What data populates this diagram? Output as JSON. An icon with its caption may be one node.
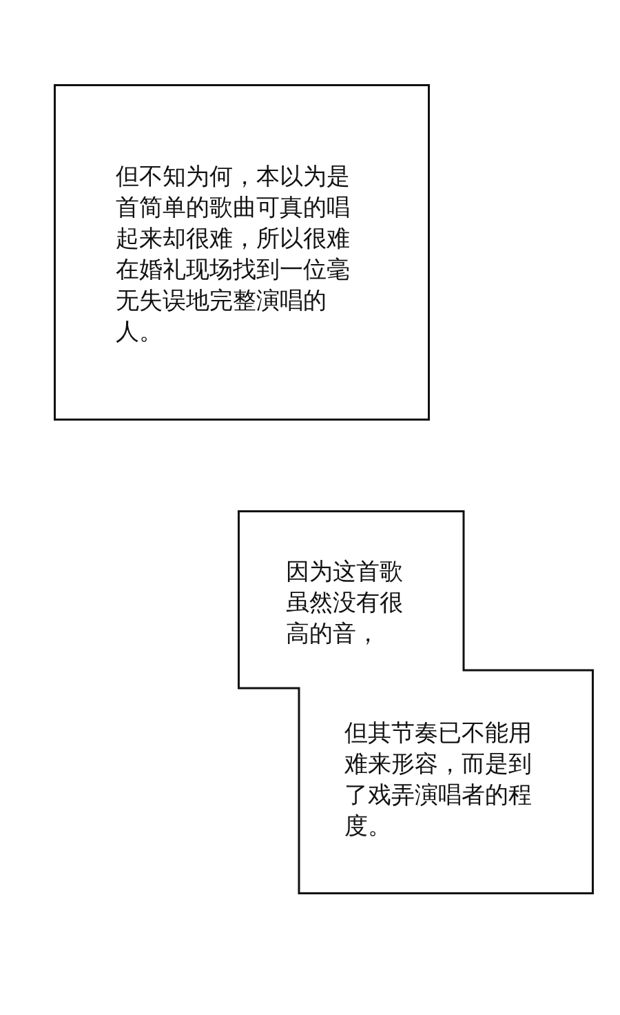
{
  "diagram": {
    "nodes": [
      {
        "text": [
          "但不知为何，本以为是首简单的歌曲可真的唱起来却很难，所以很难在婚礼现场找到一位毫无失误地完整演唱的人。"
        ]
      },
      {
        "text": [
          "因为这首歌虽然没有很高的音，",
          "但其节奏已不能用难来形容，而是到了戏弄演唱者的程度。"
        ]
      }
    ]
  }
}
